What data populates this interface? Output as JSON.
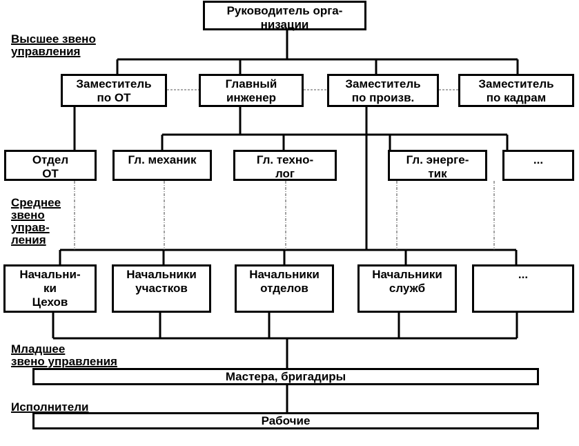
{
  "levels": {
    "top": "Высшее звено\nуправления",
    "middle": "Среднее\nзвено\nуправ-\nления",
    "lower": "Младшее\nзвено управления",
    "executors": "Исполнители"
  },
  "head": "Руководитель орга-\nнизации",
  "deputies": {
    "ot": "Заместитель\nпо ОТ",
    "chief_engineer": "Главный\nинженер",
    "production": "Заместитель\nпо произв.",
    "hr": "Заместитель\nпо кадрам"
  },
  "departments": {
    "ot_dept": "Отдел\nОТ",
    "mechanic": "Гл. механик",
    "technologist": "Гл. техно-\nлог",
    "energetic": "Гл. энерге-\nтик",
    "more": "..."
  },
  "chiefs": {
    "workshops": "Начальни-\nки\nЦехов",
    "sections": "Начальники\nучастков",
    "departments": "Начальники\nотделов",
    "services": "Начальники\nслужб",
    "more": "..."
  },
  "masters": "Мастера, бригадиры",
  "workers": "Рабочие"
}
